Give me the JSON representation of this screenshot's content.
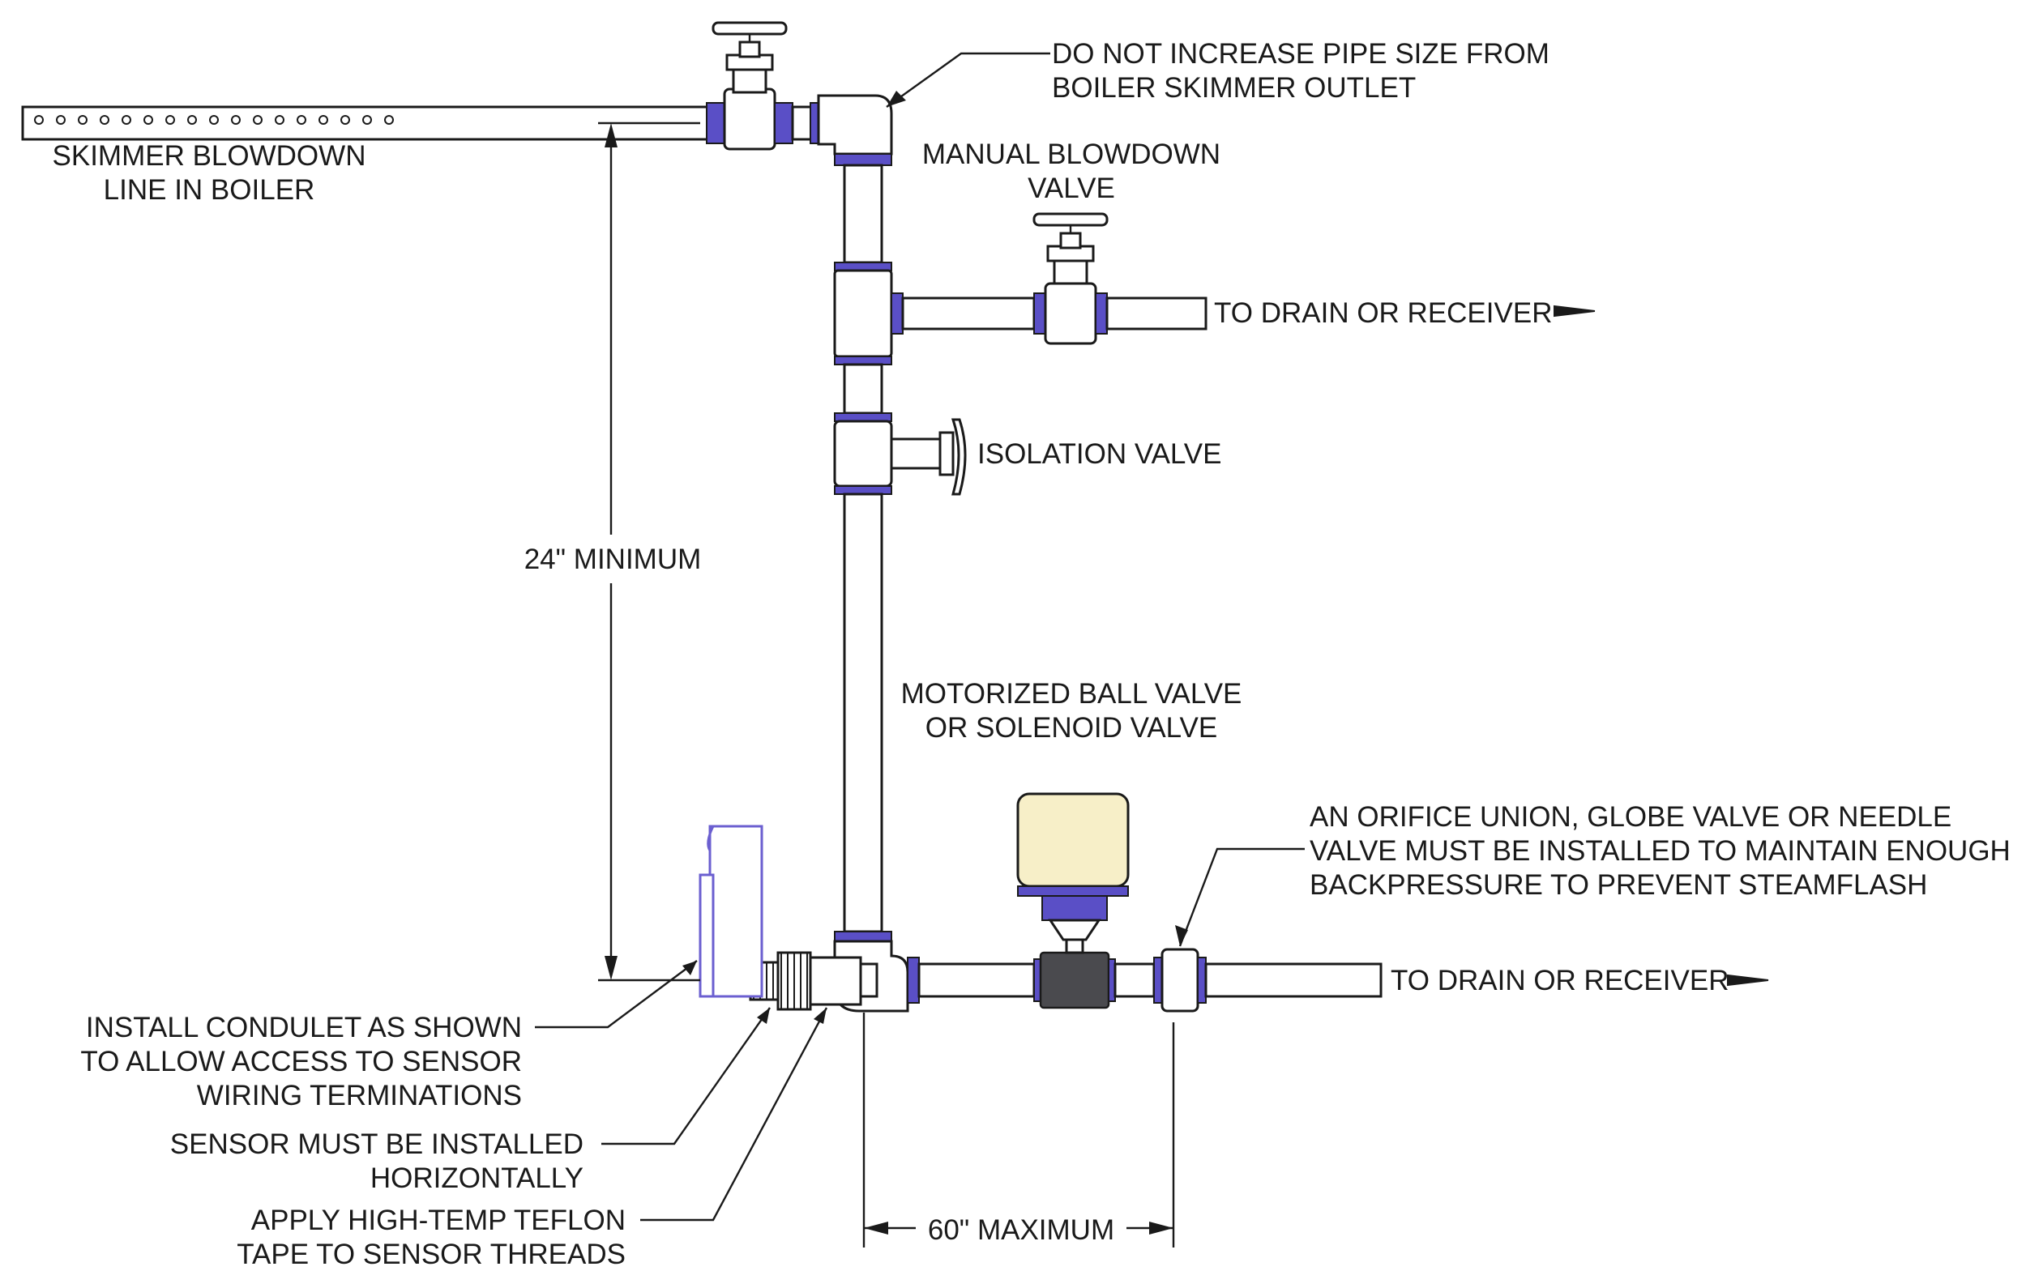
{
  "labels": {
    "skimmer_line_1": "SKIMMER BLOWDOWN",
    "skimmer_line_2": "LINE IN BOILER",
    "no_increase_1": "DO NOT INCREASE PIPE SIZE FROM",
    "no_increase_2": "BOILER SKIMMER OUTLET",
    "manual_valve_1": "MANUAL BLOWDOWN",
    "manual_valve_2": "VALVE",
    "drain_upper": "TO DRAIN OR RECEIVER",
    "isolation_valve": "ISOLATION VALVE",
    "min_24": "24\" MINIMUM",
    "motorized_1": "MOTORIZED BALL VALVE",
    "motorized_2": "OR SOLENOID VALVE",
    "orifice_1": "AN ORIFICE UNION, GLOBE VALVE OR NEEDLE",
    "orifice_2": "VALVE MUST BE INSTALLED TO MAINTAIN ENOUGH",
    "orifice_3": "BACKPRESSURE TO PREVENT STEAMFLASH",
    "drain_lower": "TO DRAIN OR RECEIVER",
    "condulet_1": "INSTALL CONDULET AS SHOWN",
    "condulet_2": "TO ALLOW ACCESS TO SENSOR",
    "condulet_3": "WIRING TERMINATIONS",
    "sensor_1": "SENSOR MUST BE INSTALLED",
    "sensor_2": "HORIZONTALLY",
    "teflon_1": "APPLY HIGH-TEMP TEFLON",
    "teflon_2": "TAPE TO SENSOR THREADS",
    "max_60": "60\" MAXIMUM"
  },
  "colors": {
    "fitting_accent": "#5a4fc6",
    "actuator_cover": "#f7efc8",
    "actuator_base": "#5a4fc6",
    "ball_valve_body": "#4a4a4e"
  }
}
